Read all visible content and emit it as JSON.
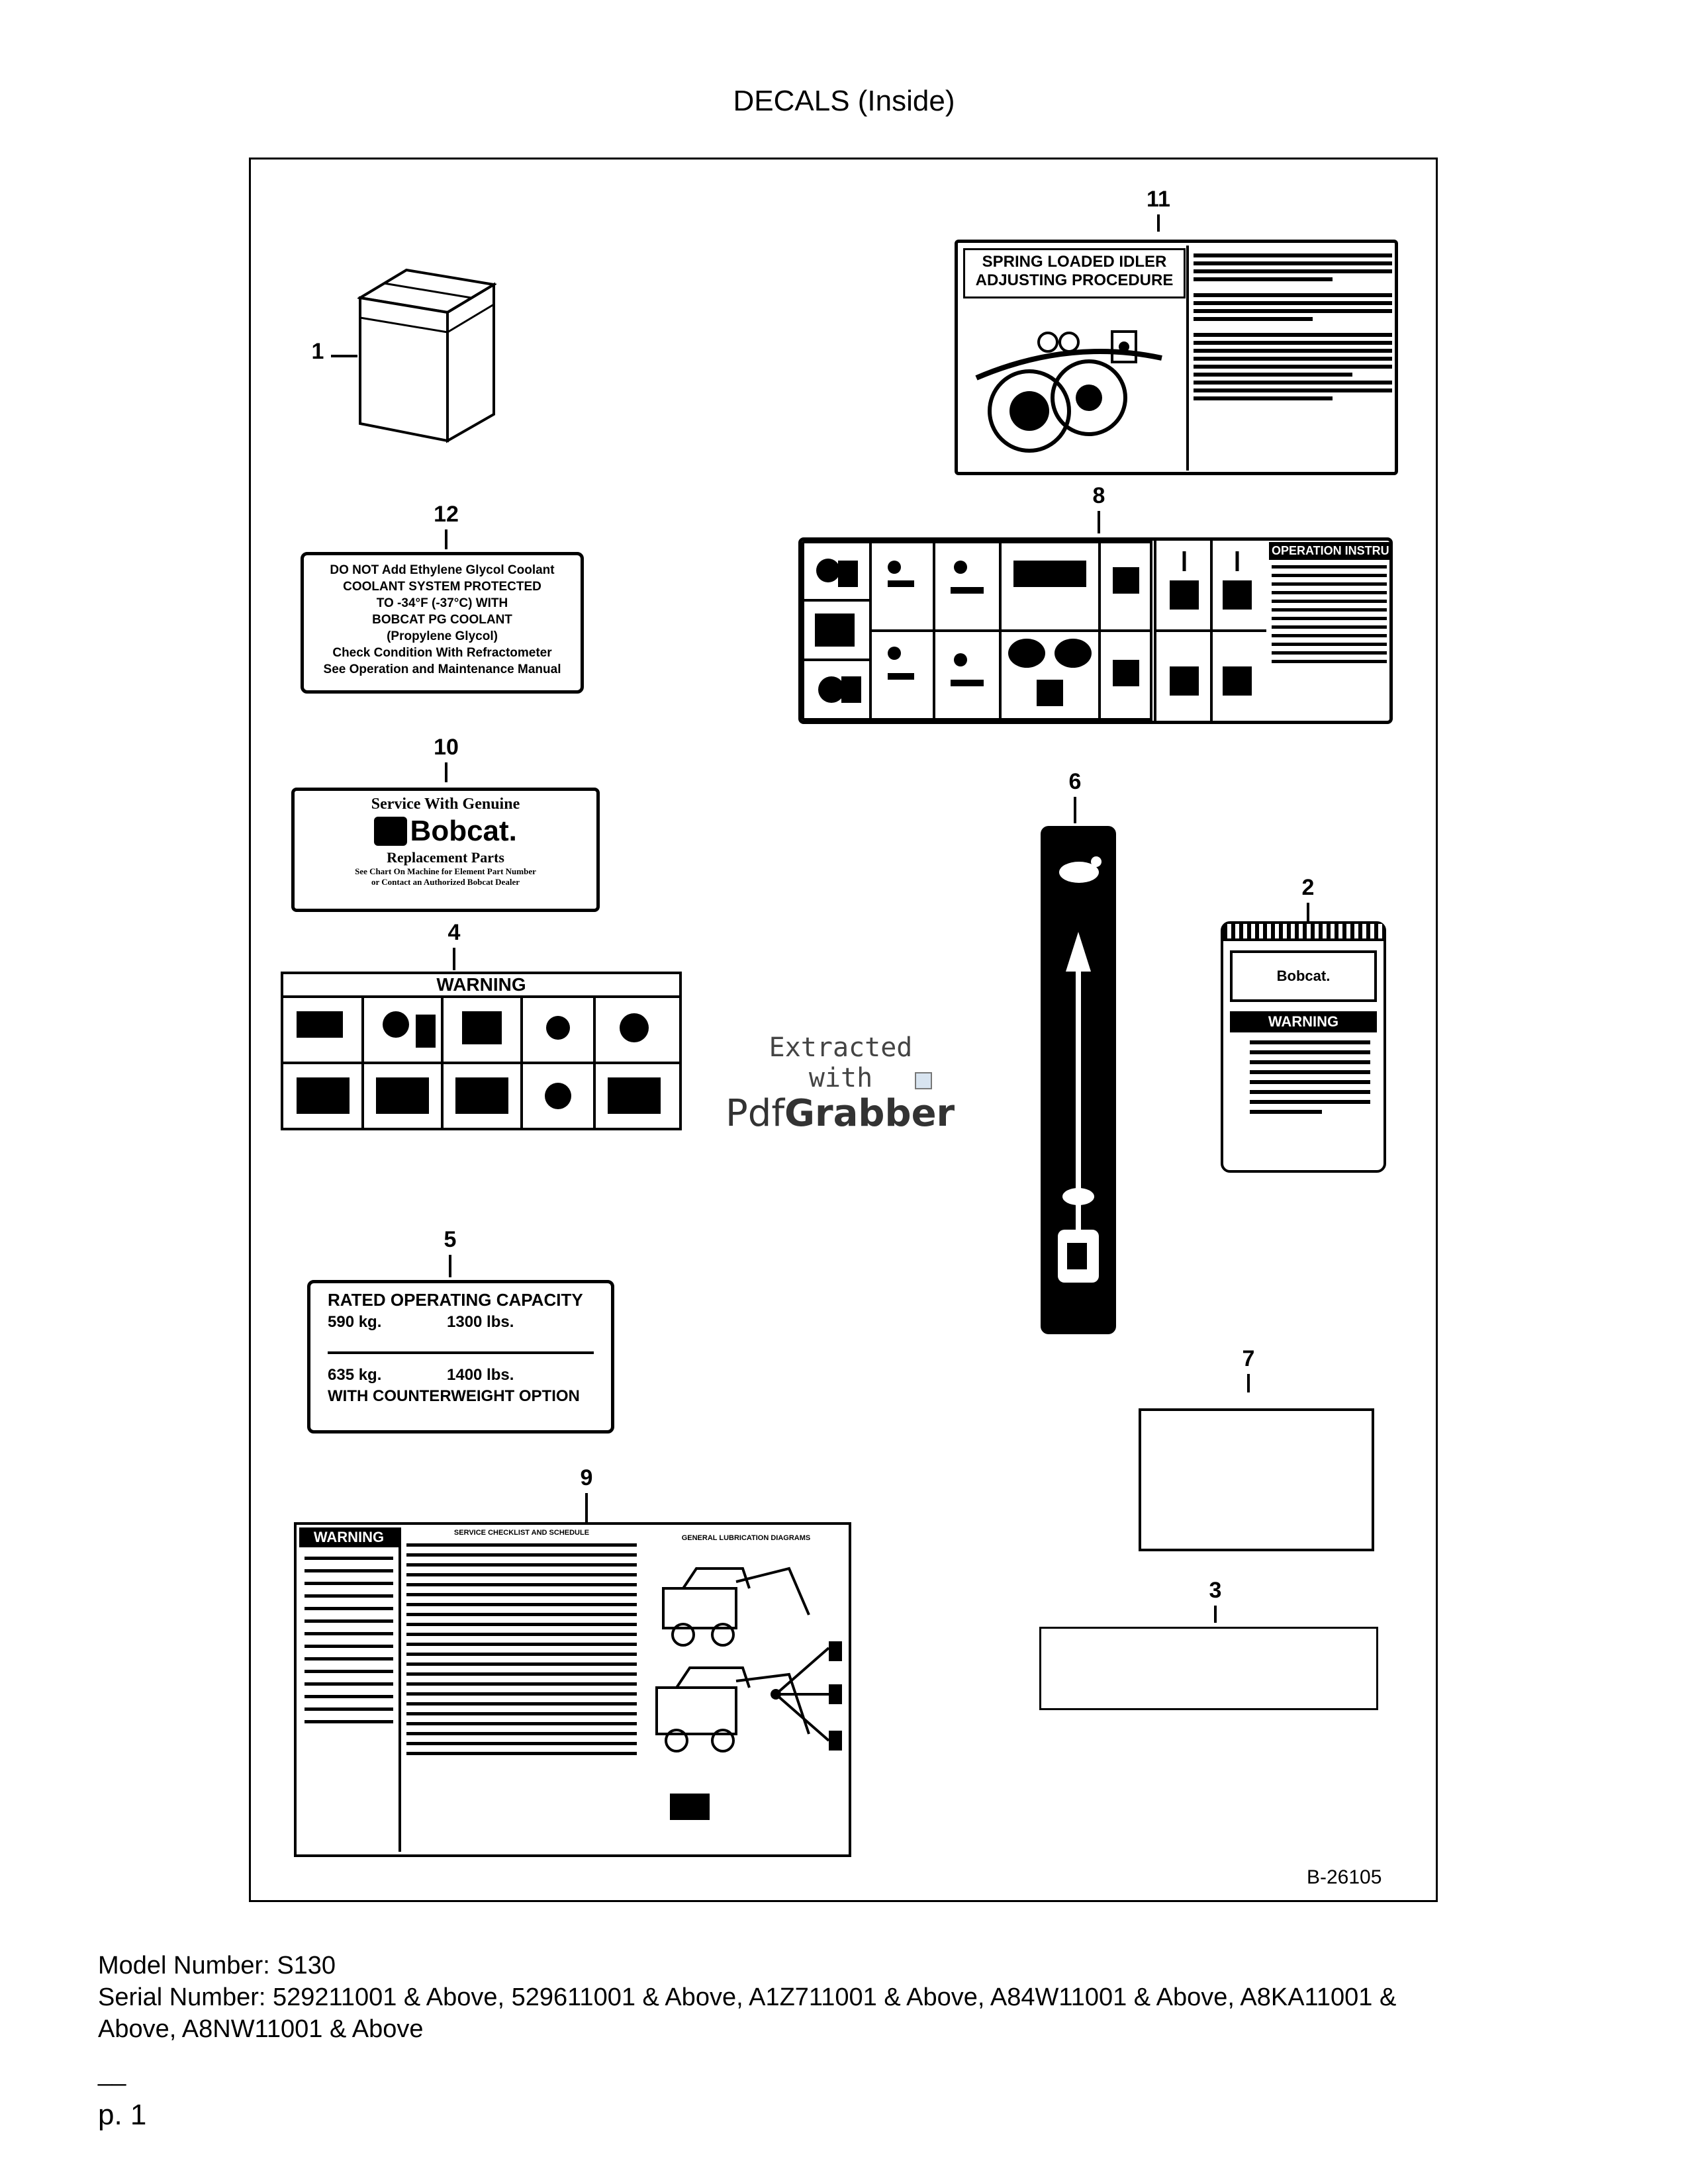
{
  "page_title": "DECALS (Inside)",
  "figure_code": "B-26105",
  "callouts": {
    "c1": "1",
    "c2": "2",
    "c3": "3",
    "c4": "4",
    "c5": "5",
    "c6": "6",
    "c7": "7",
    "c8": "8",
    "c9": "9",
    "c10": "10",
    "c11": "11",
    "c12": "12"
  },
  "decal_11": {
    "heading_line1": "SPRING LOADED IDLER",
    "heading_line2": "ADJUSTING PROCEDURE"
  },
  "decal_8": {
    "heading": "OPERATION INSTRUCTIONS"
  },
  "decal_12": {
    "lines": [
      "DO NOT Add Ethylene Glycol Coolant",
      "COOLANT SYSTEM PROTECTED",
      "TO -34°F (-37°C) WITH",
      "BOBCAT PG COOLANT",
      "(Propylene Glycol)",
      "Check Condition With Refractometer",
      "See Operation and Maintenance Manual"
    ]
  },
  "decal_10": {
    "line1": "Service With Genuine",
    "brand": "Bobcat.",
    "line2": "Replacement Parts",
    "line3": "See Chart On Machine for Element Part Number",
    "line4": "or Contact an Authorized Bobcat Dealer"
  },
  "decal_4": {
    "heading": "WARNING"
  },
  "decal_2": {
    "brand": "Bobcat.",
    "warning": "WARNING"
  },
  "decal_5": {
    "heading": "RATED OPERATING CAPACITY",
    "row1_kg": "590 kg.",
    "row1_lbs": "1300 lbs.",
    "row2_kg": "635 kg.",
    "row2_lbs": "1400 lbs.",
    "option": "WITH COUNTERWEIGHT OPTION"
  },
  "decal_9": {
    "warning": "WARNING",
    "col2_heading": "SERVICE CHECKLIST AND SCHEDULE",
    "col3_heading": "GENERAL LUBRICATION DIAGRAMS"
  },
  "watermark": {
    "line1": "Extracted",
    "line2": "with",
    "brand_pdf": "Pdf",
    "brand_grabber": "Grabber"
  },
  "footer": {
    "model": "Model Number: S130",
    "serial_line1": "Serial Number: 529211001 & Above, 529611001 & Above, A1Z711001 & Above, A84W11001 & Above, A8KA11001 &",
    "serial_line2": "Above, A8NW11001 & Above",
    "page_rule": "__",
    "page": "p. 1"
  }
}
